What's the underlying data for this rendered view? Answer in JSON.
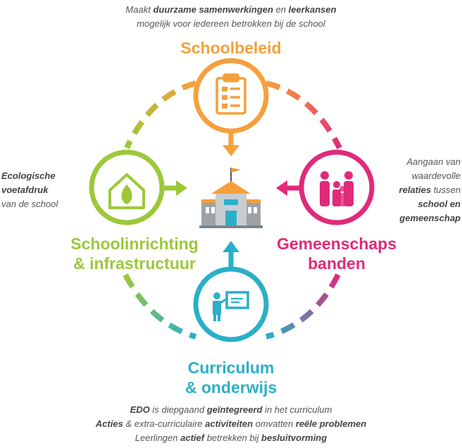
{
  "top_caption": {
    "line1": [
      [
        "Maakt ",
        false
      ],
      [
        "duurzame samenwerkingen",
        true
      ],
      [
        " en ",
        false
      ],
      [
        "leerkansen",
        true
      ]
    ],
    "line2": [
      [
        "mogelijk voor iedereen betrokken bij de school",
        false
      ]
    ]
  },
  "nodes": {
    "top": {
      "title": "Schoolbeleid",
      "icon": "clipboard-checklist-icon",
      "color": "#F5A03C"
    },
    "left": {
      "title_line1": "Schoolinrichting",
      "title_line2": "& infrastructuur",
      "icon": "house-leaf-icon",
      "color": "#9CC83A"
    },
    "right": {
      "title_line1": "Gemeenschaps",
      "title_line2": "banden",
      "icon": "family-group-icon",
      "color": "#E02A7A"
    },
    "bottom": {
      "title_line1": "Curriculum",
      "title_line2": "& onderwijs",
      "icon": "teacher-board-icon",
      "color": "#2BAFC9"
    }
  },
  "center": {
    "icon": "school-building-icon"
  },
  "left_caption": {
    "lines": [
      [
        [
          "Ecologische",
          true
        ]
      ],
      [
        [
          "voetafdruk",
          true
        ]
      ],
      [
        [
          "van de school",
          false
        ]
      ]
    ]
  },
  "right_caption": {
    "lines": [
      [
        [
          "Aangaan van",
          false
        ]
      ],
      [
        [
          "waardevolle",
          false
        ]
      ],
      [
        [
          "relaties",
          true
        ],
        [
          " tussen",
          false
        ]
      ],
      [
        [
          "school en",
          true
        ]
      ],
      [
        [
          "gemeenschap",
          true
        ]
      ]
    ]
  },
  "bottom_caption": {
    "lines": [
      [
        [
          "EDO",
          true
        ],
        [
          " is diepgaand ",
          false
        ],
        [
          "geïntegreerd",
          true
        ],
        [
          " in het curriculum",
          false
        ]
      ],
      [
        [
          "Acties",
          true
        ],
        [
          " & extra-curriculaire ",
          false
        ],
        [
          "activiteiten",
          true
        ],
        [
          " omvatten ",
          false
        ],
        [
          "reële problemen",
          true
        ]
      ],
      [
        [
          "Leerlingen ",
          false
        ],
        [
          "actief",
          true
        ],
        [
          " betrekken bij ",
          false
        ],
        [
          "besluitvorming",
          true
        ]
      ]
    ]
  }
}
